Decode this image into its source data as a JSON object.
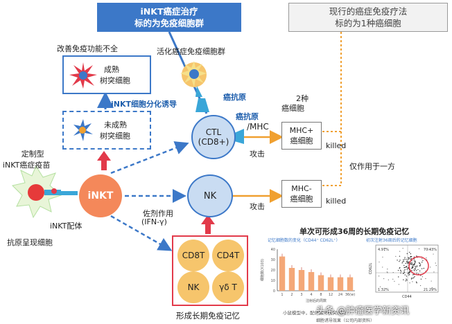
{
  "header": {
    "title_line1": "iNKT癌症治疗",
    "title_line2": "标的为免疫细胞群",
    "compare_line1": "现行的癌症免疫疗法",
    "compare_line2": "标的为1种癌细胞"
  },
  "labels": {
    "improve": "改善免疫功能不全",
    "activate": "活化癌症免疫细胞群",
    "mature_dc_1": "成熟",
    "mature_dc_2": "树突细胞",
    "induce": "iNKT细胞分化诱导",
    "immature_dc_1": "未成熟",
    "immature_dc_2": "树突细胞",
    "vaccine_1": "定制型",
    "vaccine_2": "iNKT癌症疫苗",
    "inkt_ligand": "iNKT配体",
    "apc": "抗原呈现细胞",
    "antigen1": "癌抗原",
    "antigen2": "癌抗原",
    "mhc": "/MHC",
    "two_types_1": "2种",
    "two_types_2": "癌细胞",
    "attack1": "攻击",
    "attack2": "攻击",
    "killed1": "killed",
    "killed2": "killed",
    "only_one": "仅作用于一方",
    "helper_1": "佐剂作用",
    "helper_2": "(IFN-γ)",
    "memory": "形成长期免疫记忆",
    "long_term": "单次可形成36周的长期免疫记忆",
    "chart_title": "记忆细胞数的变化（CD44⁺ CD62L⁺）",
    "scatter_title": "初次注射36周后的记忆细胞",
    "footnote": "小鼠模型中，配体脉冲树突细胞",
    "source": "细胞诱导效果（公司内部资料）",
    "watermark": "头条 @肿瘤医学新资讯"
  },
  "cells": {
    "inkt": "iNKT",
    "ctl_1": "CTL",
    "ctl_2": "(CD8+)",
    "nk": "NK",
    "mhc_plus_1": "MHC+",
    "mhc_plus_2": "癌细胞",
    "mhc_minus_1": "MHC-",
    "mhc_minus_2": "癌细胞",
    "cd8t": "CD8T",
    "cd4t": "CD4T",
    "nk_mem": "NK",
    "gd_t": "γδ T"
  },
  "chart_data": {
    "type": "bar",
    "title": "记忆细胞数的变化（CD44⁺ CD62L⁺）",
    "xlabel": "注射后的周数",
    "ylabel": "细胞数(X103)",
    "categories": [
      "1",
      "2",
      "3",
      "4",
      "8",
      "12",
      "24",
      "36(w)"
    ],
    "values": [
      33,
      22,
      20,
      18,
      15,
      13,
      13,
      13
    ],
    "ylim": [
      0,
      40
    ],
    "ytick_labels": [
      "0",
      "10",
      "20",
      "30",
      "40"
    ]
  },
  "scatter_data": {
    "type": "scatter",
    "xlabel": "CD44",
    "ylabel": "CD62L",
    "quadrant_labels": [
      "4.97%",
      "70.43%",
      "1.32%",
      "21.29%"
    ]
  },
  "colors": {
    "primary": "#3c78c8",
    "orange": "#f0a030",
    "red": "#e23a4a",
    "inkt": "#f4885a",
    "cell_blue": "#c9dcf2",
    "memory_cell": "#f6c56c"
  }
}
